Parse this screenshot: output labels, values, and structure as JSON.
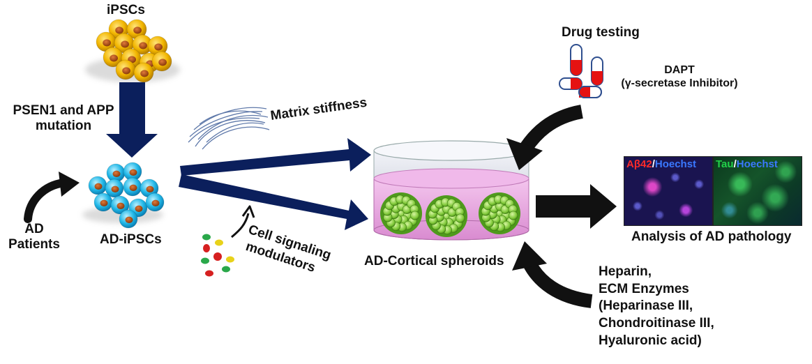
{
  "labels": {
    "ipscs": "iPSCs",
    "mutation_line1": "PSEN1 and APP",
    "mutation_line2": "mutation",
    "ad_ipscs": "AD-iPSCs",
    "patients_line1": "AD",
    "patients_line2": "Patients",
    "matrix_stiffness": "Matrix stiffness",
    "cell_signaling_line1": "Cell signaling",
    "cell_signaling_line2": "modulators",
    "spheroids": "AD-Cortical spheroids",
    "drug_testing": "Drug testing",
    "dapt_line1": "DAPT",
    "dapt_line2": "(γ-secretase Inhibitor)",
    "analysis": "Analysis of  AD pathology",
    "heparin_lines": [
      "Heparin,",
      "ECM Enzymes",
      "(Heparinase III,",
      "Chondroitinase III,",
      "Hyaluronic acid)"
    ]
  },
  "panels": {
    "left": {
      "marker": "Aβ42",
      "sep": "/",
      "stain": "Hoechst"
    },
    "right": {
      "marker": "Tau",
      "sep": "/",
      "stain": "Hoechst"
    }
  },
  "colors": {
    "arrow_navy": "#0b1f5c",
    "arrow_black": "#111111",
    "ipsc_yellow": "#f2b600",
    "ad_ipsc_cyan": "#22b8e8",
    "nucleus": "#b5521a",
    "dish_pink": "#e9a6e0",
    "spheroid_green": "#7cc636",
    "abeta_red": "#ff2a2a",
    "hoechst_blue": "#3a78ff",
    "tau_green": "#22d14a"
  }
}
